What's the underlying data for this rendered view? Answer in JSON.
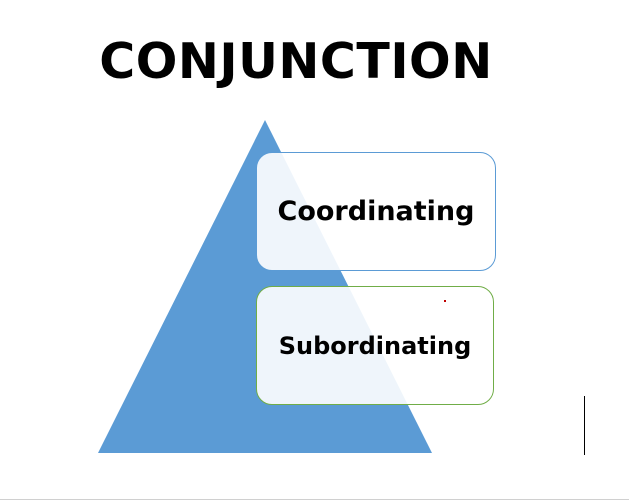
{
  "diagram": {
    "title": "CONJUNCTION",
    "levels": [
      {
        "label": "Coordinating",
        "border_color": "#5b9bd5"
      },
      {
        "label": "Subordinating",
        "border_color": "#70ad47"
      }
    ],
    "pyramid_color": "#5b9bd5"
  }
}
